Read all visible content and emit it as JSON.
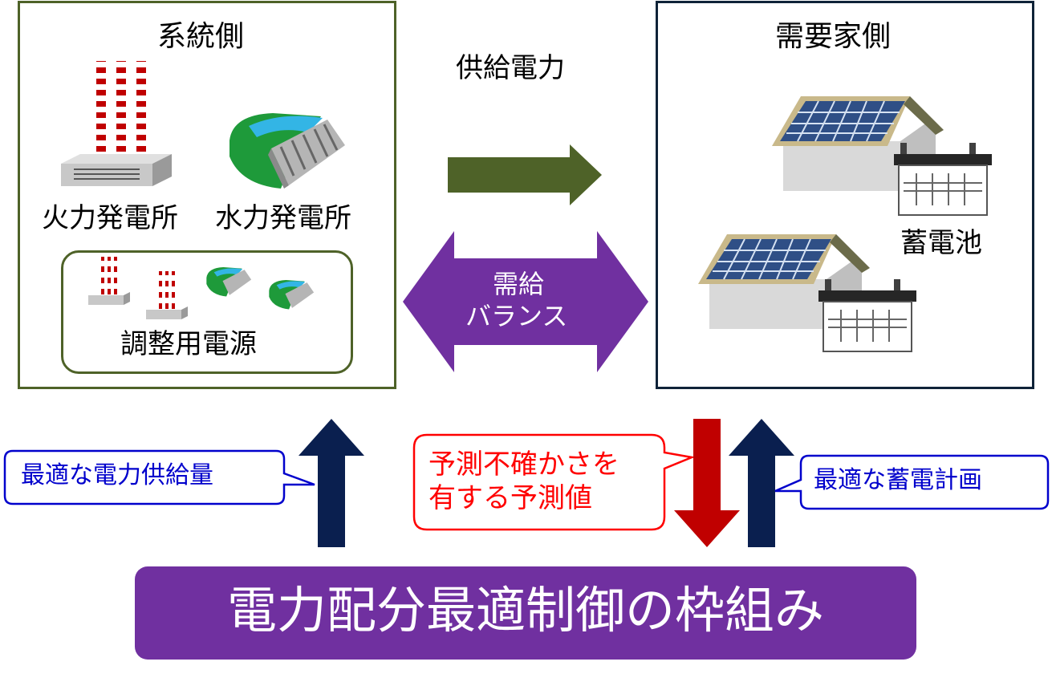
{
  "grid": {
    "title": "系統側",
    "thermal_label": "火力発電所",
    "hydro_label": "水力発電所",
    "adjust_label": "調整用電源"
  },
  "demand": {
    "title": "需要家側",
    "battery_label": "蓄電池"
  },
  "flow": {
    "supply_label": "供給電力",
    "balance_label_line1": "需給",
    "balance_label_line2": "バランス"
  },
  "callouts": {
    "optimal_supply": "最適な電力供給量",
    "uncertain_line1": "予測不確かさを",
    "uncertain_line2": "有する予測値",
    "optimal_storage": "最適な蓄電計画"
  },
  "framework": {
    "label": "電力配分最適制御の枠組み"
  },
  "colors": {
    "grid_border": "#4e6228",
    "demand_border": "#0f2338",
    "supply_arrow": "#4e6228",
    "balance_arrow": "#7030a0",
    "up_arrow": "#0a1f4f",
    "down_arrow": "#c00000",
    "callout_blue": "#0000cc",
    "callout_red": "#ff0000",
    "framework_bg": "#7030a0"
  }
}
